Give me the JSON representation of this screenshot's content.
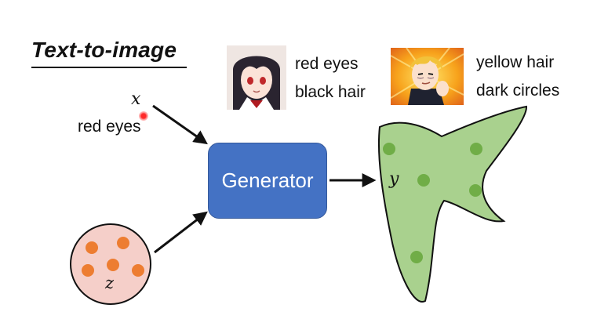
{
  "title": "Text-to-image",
  "input": {
    "x_symbol": "x",
    "x_text": "red eyes",
    "z_symbol": "z"
  },
  "generator": {
    "label": "Generator"
  },
  "output": {
    "y_symbol": "y"
  },
  "examples": [
    {
      "line1": "red eyes",
      "line2": "black hair"
    },
    {
      "line1": "yellow hair",
      "line2": "dark circles"
    }
  ],
  "colors": {
    "generator_fill": "#4472c4",
    "distribution_fill": "#f5cfc9",
    "distribution_dot": "#ed7d31",
    "output_fill": "#a9d18e",
    "output_dot": "#70ad47"
  }
}
